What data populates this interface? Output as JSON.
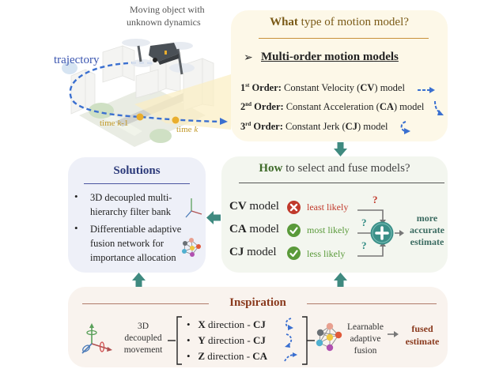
{
  "illustration": {
    "caption_line1": "Moving object with",
    "caption_line2": "unknown dynamics",
    "trajectory_label": "trajectory",
    "time_prev_prefix": "time ",
    "time_prev_var": "k",
    "time_prev_suffix": "-1",
    "time_curr_prefix": "time ",
    "time_curr_var": "k"
  },
  "what_box": {
    "title_bold": "What",
    "title_rest": " type of  motion model?",
    "bullet": "➢",
    "subtitle": "Multi-order motion models",
    "orders": [
      {
        "ord": "1",
        "sup": "st",
        "label": " Order:",
        "desc_a": " Constant Velocity (",
        "abbr": "CV",
        "desc_b": ") model",
        "icon": "dashed-straight-arrow-icon"
      },
      {
        "ord": "2",
        "sup": "nd",
        "label": " Order:",
        "desc_a": " Constant Acceleration (",
        "abbr": "CA",
        "desc_b": ") model",
        "icon": "dashed-curved-arrow-icon"
      },
      {
        "ord": "3",
        "sup": "rd",
        "label": " Order:",
        "desc_a": " Constant Jerk (",
        "abbr": "CJ",
        "desc_b": ") model",
        "icon": "dashed-hook-arrow-icon"
      }
    ]
  },
  "how_box": {
    "title_bold": "How",
    "title_rest": " to select and fuse models?",
    "models": [
      {
        "abbr": "CV",
        "suffix": " model",
        "status": "cross",
        "likelihood": "least likely",
        "question": "?"
      },
      {
        "abbr": "CA",
        "suffix": " model",
        "status": "check",
        "likelihood": "most likely",
        "question": "?"
      },
      {
        "abbr": "CJ",
        "suffix": " model",
        "status": "check",
        "likelihood": "less likely",
        "question": "?"
      }
    ],
    "fusion_symbol": "+",
    "result_line1": "more",
    "result_line2": "accurate",
    "result_line3": "estimate"
  },
  "solutions_box": {
    "title": "Solutions",
    "items": [
      {
        "line1": "3D decoupled multi-",
        "line2": "hierarchy filter bank"
      },
      {
        "line1": "Differentiable adaptive",
        "line2": "fusion network for",
        "line3": "importance allocation"
      }
    ],
    "bullet": "•"
  },
  "inspiration_box": {
    "title": "Inspiration",
    "movement_line1": "3D",
    "movement_line2": "decoupled",
    "movement_line3": "movement",
    "directions": [
      {
        "axis": "X",
        "text": " direction - ",
        "model": "CJ"
      },
      {
        "axis": "Y",
        "text": " direction - ",
        "model": "CJ"
      },
      {
        "axis": "Z",
        "text": " direction - ",
        "model": "CA"
      }
    ],
    "bullet": "•",
    "fusion_line1": "Learnable",
    "fusion_line2": "adaptive",
    "fusion_line3": "fusion",
    "result_line1": "fused",
    "result_line2": "estimate"
  },
  "colors": {
    "teal_arrow": "#3f8a80",
    "what_title": "#7a5a17",
    "what_rule": "#c8913a",
    "how_title": "#3f6b2a",
    "sol_title": "#2c3a7a",
    "insp_title": "#8a3a1e",
    "insp_rule": "#b07a6a",
    "red": "#c0392b",
    "green": "#5a9a3a",
    "teal": "#2f8a82",
    "blue_dash": "#3a6fd0",
    "gold": "#d9a126"
  }
}
